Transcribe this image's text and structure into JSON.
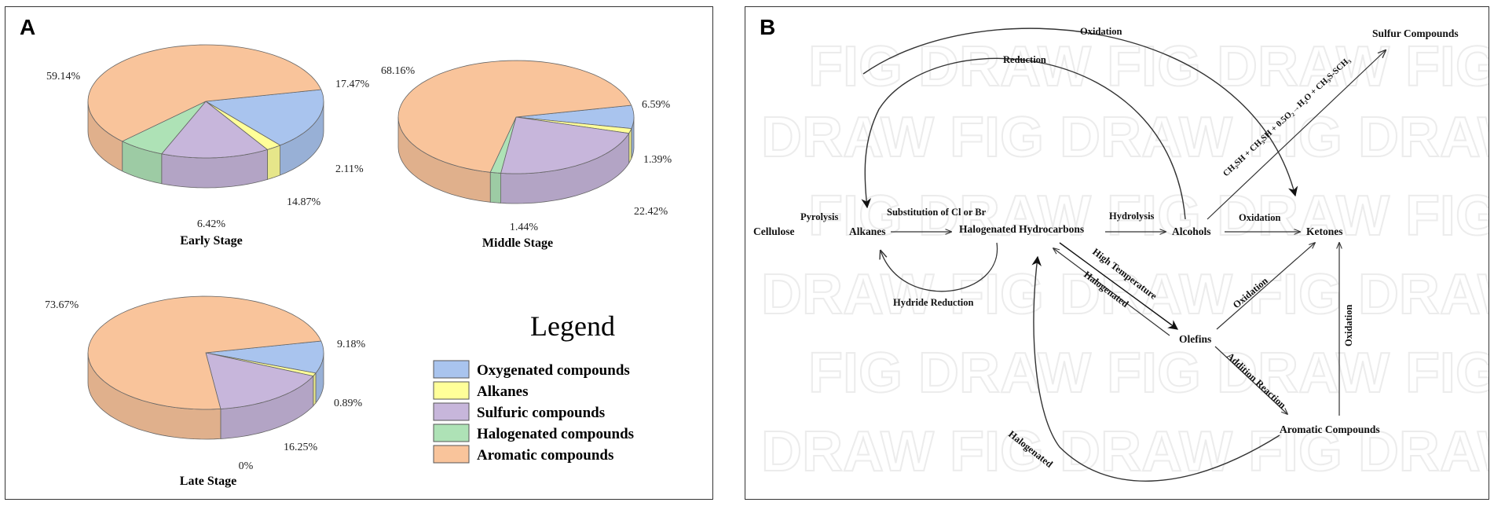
{
  "panel_a": {
    "letter": "A",
    "legend": {
      "title": "Legend",
      "items": [
        {
          "label": "Oxygenated compounds",
          "color": "#a9c4ee"
        },
        {
          "label": "Alkanes",
          "color": "#ffff99"
        },
        {
          "label": "Sulfuric compounds",
          "color": "#c7b6db"
        },
        {
          "label": "Halogenated compounds",
          "color": "#aee2b6"
        },
        {
          "label": "Aromatic compounds",
          "color": "#f9c49b"
        }
      ]
    }
  },
  "chart_data": [
    {
      "type": "pie",
      "title": "Early Stage",
      "categories": [
        "Oxygenated compounds",
        "Alkanes",
        "Sulfuric compounds",
        "Halogenated compounds",
        "Aromatic compounds"
      ],
      "values": [
        17.47,
        2.11,
        14.87,
        6.42,
        59.14
      ],
      "labels": [
        "17.47%",
        "2.11%",
        "14.87%",
        "6.42%",
        "59.14%"
      ]
    },
    {
      "type": "pie",
      "title": "Middle Stage",
      "categories": [
        "Oxygenated compounds",
        "Alkanes",
        "Sulfuric compounds",
        "Halogenated compounds",
        "Aromatic compounds"
      ],
      "values": [
        6.59,
        1.39,
        22.42,
        1.44,
        68.16
      ],
      "labels": [
        "6.59%",
        "1.39%",
        "22.42%",
        "1.44%",
        "68.16%"
      ]
    },
    {
      "type": "pie",
      "title": "Late Stage",
      "categories": [
        "Oxygenated compounds",
        "Alkanes",
        "Sulfuric compounds",
        "Halogenated compounds",
        "Aromatic compounds"
      ],
      "values": [
        9.18,
        0.89,
        16.25,
        0,
        73.67
      ],
      "labels": [
        "9.18%",
        "0.89%",
        "16.25%",
        "0%",
        "73.67%"
      ]
    }
  ],
  "panel_b": {
    "letter": "B",
    "nodes": {
      "cellulose": "Cellulose",
      "alkanes": "Alkanes",
      "halogenated_hydrocarbons": "Halogenated Hydrocarbons",
      "alcohols": "Alcohols",
      "ketones": "Ketones",
      "sulfur_compounds": "Sulfur Compounds",
      "olefins": "Olefins",
      "aromatic_compounds": "Aromatic Compounds"
    },
    "edge_labels": {
      "pyrolysis": "Pyrolysis",
      "substitution": "Substitution of Cl or Br",
      "hydrolysis": "Hydrolysis",
      "oxidation_alcohols_ketones": "Oxidation",
      "oxidation_top": "Oxidation",
      "reduction": "Reduction",
      "hydride_reduction": "Hydride Reduction",
      "high_temperature": "High Temperature",
      "halogenated_up": "Halogenated",
      "oxidation_olefins": "Oxidation",
      "addition_reaction": "Addition Reaction",
      "oxidation_aromatic": "Oxidation",
      "halogenated_bottom": "Halogenated",
      "sulfur_equation": "CH₃SH + CH₃SH + 0.5O₂→H₂O + CH₃S-SCH₃"
    }
  }
}
